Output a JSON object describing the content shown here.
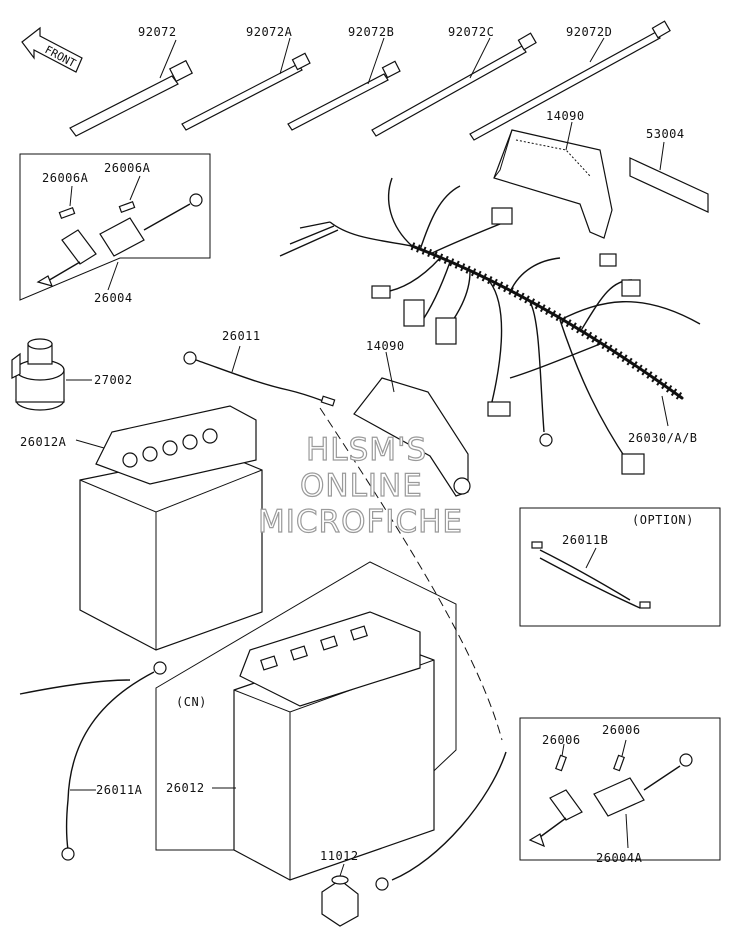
{
  "watermark": {
    "line1": "HLSM'S",
    "line2": "ONLINE",
    "line3": "MICROFICHE"
  },
  "front_label": "FRONT",
  "labels": {
    "p92072": "92072",
    "p92072A": "92072A",
    "p92072B": "92072B",
    "p92072C": "92072C",
    "p92072D": "92072D",
    "p14090_top": "14090",
    "p53004": "53004",
    "p26006A_left": "26006A",
    "p26006A_right": "26006A",
    "p26004": "26004",
    "p27002": "27002",
    "p26011": "26011",
    "p14090_mid": "14090",
    "p26012A": "26012A",
    "p26030": "26030/A/B",
    "option": "(OPTION)",
    "p26011B": "26011B",
    "cn": "(CN)",
    "p26012": "26012",
    "p26011A": "26011A",
    "p26006_left": "26006",
    "p26006_right": "26006",
    "p26004A": "26004A",
    "p11012": "11012"
  },
  "colors": {
    "line": "#111111",
    "background": "#ffffff",
    "watermark_outline": "#9a9a9a"
  }
}
